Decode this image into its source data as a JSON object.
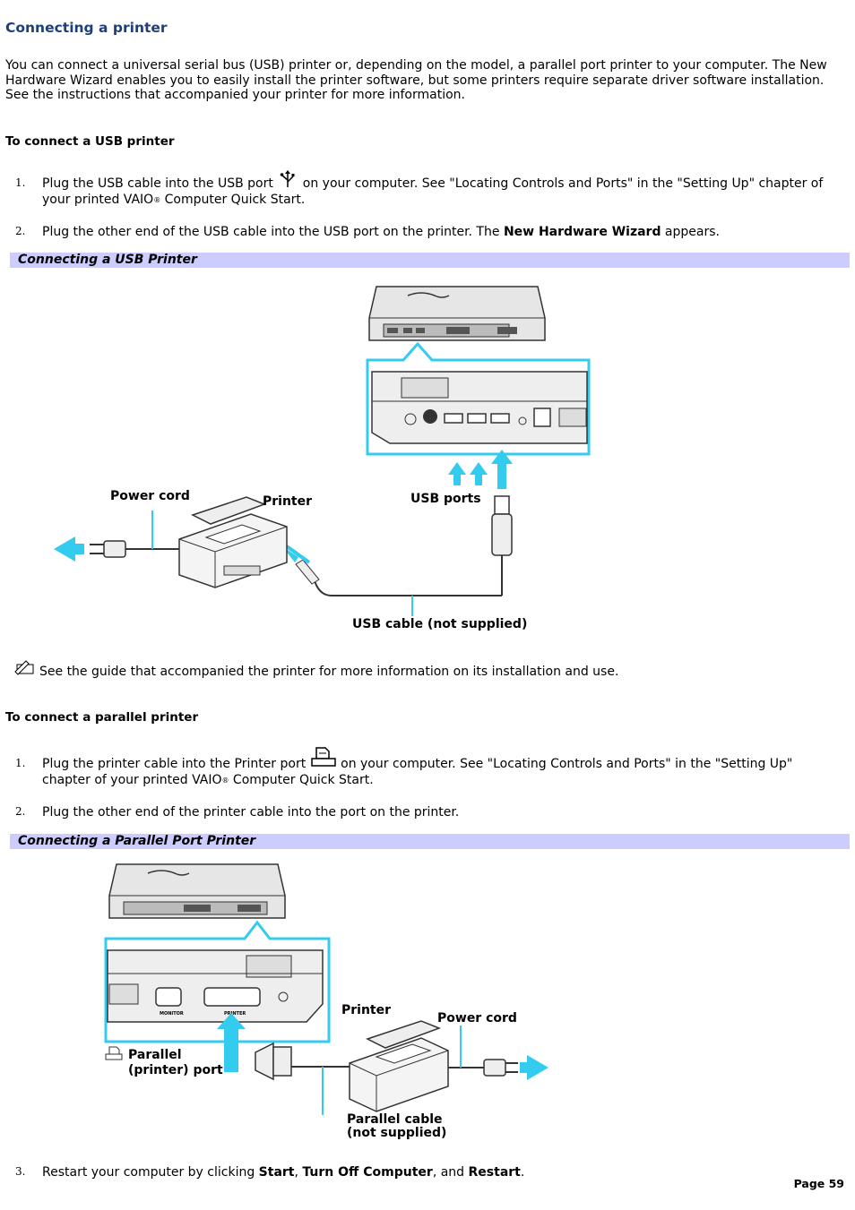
{
  "title": "Connecting a printer",
  "intro": "You can connect a universal serial bus (USB) printer or, depending on the model, a parallel port printer to your computer. The New Hardware Wizard enables you to easily install the printer software, but some printers require separate driver software installation. See the instructions that accompanied your printer for more information.",
  "usb_section": {
    "heading": "To connect a USB printer",
    "step1_num": "1.",
    "step1_pre": "Plug the USB cable into the USB port",
    "step1_post": "on your computer. See \"Locating Controls and Ports\" in the \"Setting Up\" chapter of your printed VAIO",
    "step1_reg": "®",
    "step1_end": " Computer Quick Start.",
    "step2_num": "2.",
    "step2_pre": "Plug the other end of the USB cable into the USB port on the printer. The ",
    "step2_bold": "New Hardware Wizard",
    "step2_post": " appears.",
    "figure_caption": "Connecting a USB Printer",
    "labels": {
      "power_cord": "Power cord",
      "printer": "Printer",
      "usb_ports": "USB ports",
      "usb_cable": "USB cable (not supplied)"
    }
  },
  "note": "See the guide that accompanied the printer for more information on its installation and use.",
  "parallel_section": {
    "heading": "To connect a parallel printer",
    "step1_num": "1.",
    "step1_pre": "Plug the printer cable into the Printer port",
    "step1_post": "on your computer. See \"Locating Controls and Ports\" in the \"Setting Up\" chapter of your printed VAIO",
    "step1_reg": "®",
    "step1_end": " Computer Quick Start.",
    "step2_num": "2.",
    "step2": "Plug the other end of the printer cable into the port on the printer.",
    "figure_caption": "Connecting a Parallel Port Printer",
    "labels": {
      "printer": "Printer",
      "power_cord": "Power cord",
      "parallel_port_1": "Parallel",
      "parallel_port_2": "(printer) port",
      "parallel_cable_1": "Parallel cable",
      "parallel_cable_2": "(not supplied)",
      "monitor": "MONITOR",
      "printer_small": "PRINTER"
    },
    "step3_num": "3.",
    "step3_pre": "Restart your computer by clicking ",
    "step3_b1": "Start",
    "step3_sep1": ", ",
    "step3_b2": "Turn Off Computer",
    "step3_sep2": ", and ",
    "step3_b3": "Restart",
    "step3_end": "."
  },
  "footer": "Page 59",
  "colors": {
    "title": "#1f3f7a",
    "caption_bar": "#ccccff",
    "highlight": "#33ccee"
  }
}
